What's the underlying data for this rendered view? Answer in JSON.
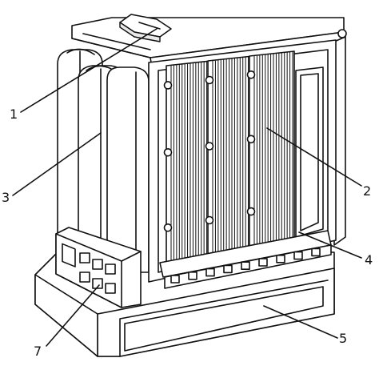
{
  "labels": {
    "l1": "1",
    "l2": "2",
    "l3": "3",
    "l4": "4",
    "l5": "5",
    "l7": "7"
  },
  "colors": {
    "line": "#111111",
    "fill": "#ffffff",
    "shade": "#e9e9e9"
  }
}
